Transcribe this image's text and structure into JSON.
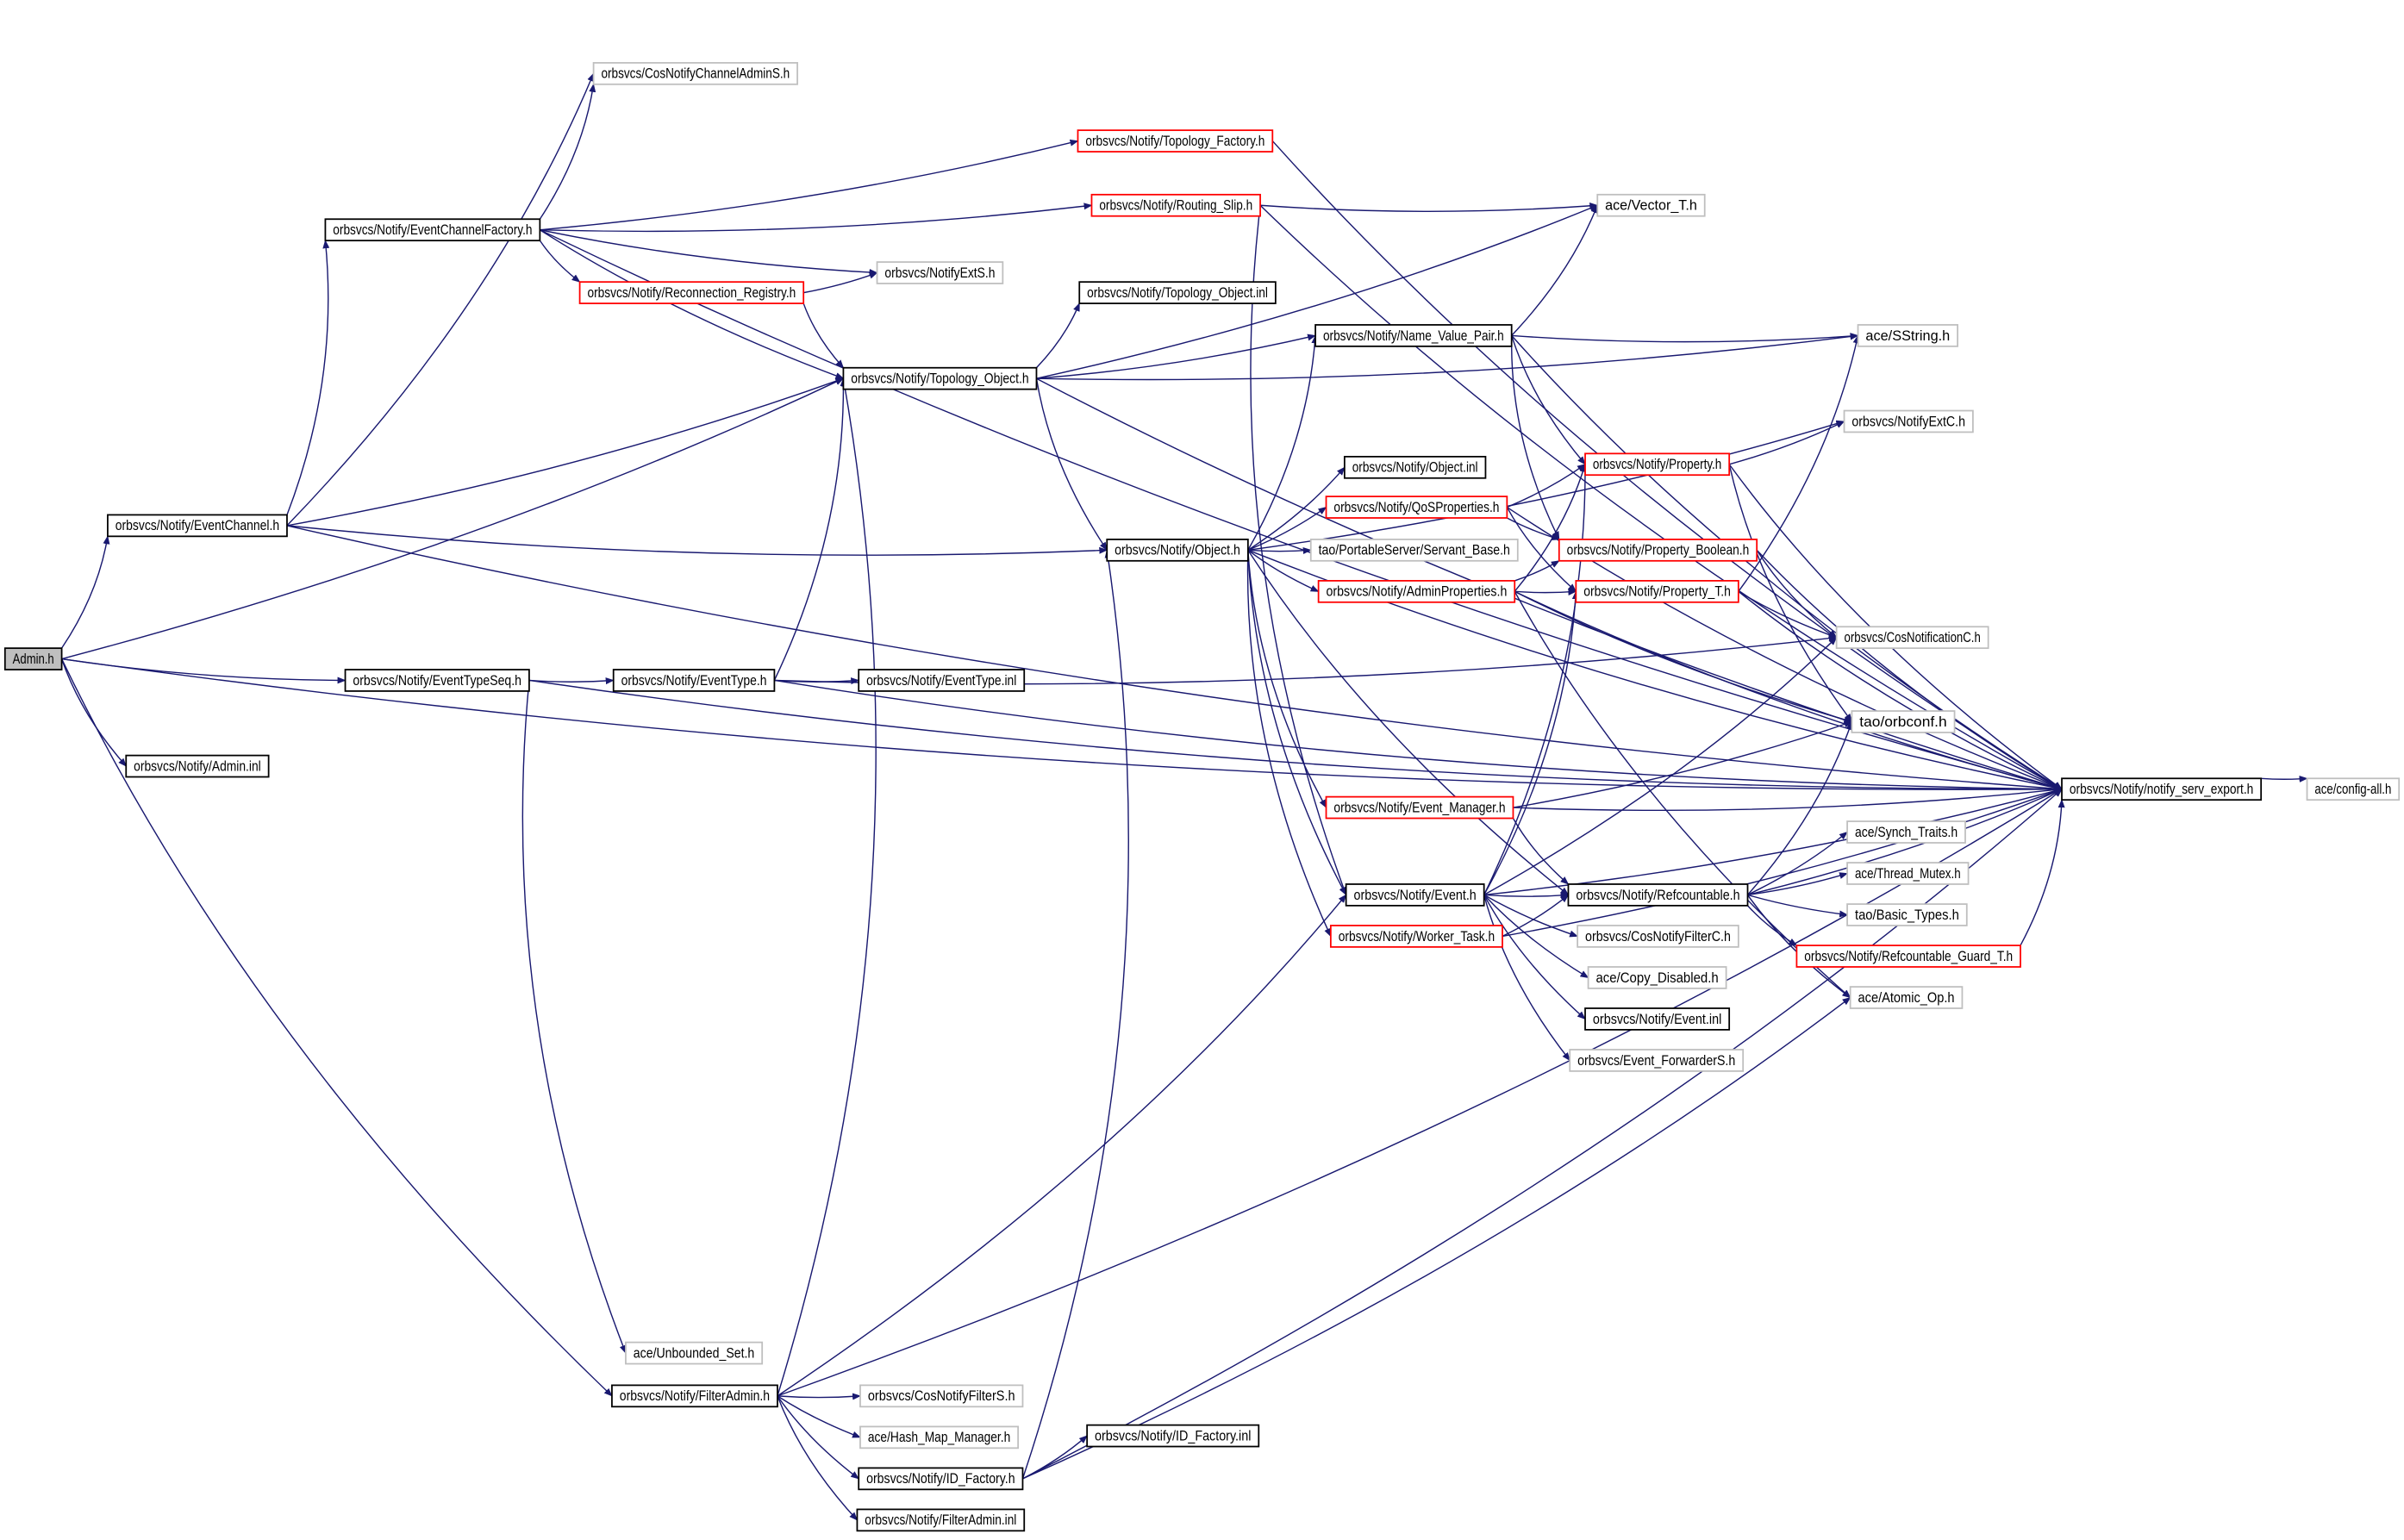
{
  "colors": {
    "edge": "#191970",
    "root_fill": "#bfbfbf",
    "normal_border": "#000000",
    "truncated_border": "#ff0000",
    "external_border": "#bfbfbf"
  },
  "nodes": [
    {
      "id": "admin_h",
      "label": "Admin.h",
      "kind": "root"
    },
    {
      "id": "admin_inl",
      "label": "orbsvcs/Notify/Admin.inl",
      "kind": "normal"
    },
    {
      "id": "eventchannel_h",
      "label": "orbsvcs/Notify/EventChannel.h",
      "kind": "normal"
    },
    {
      "id": "cosnotifychanneladmins_h",
      "label": "orbsvcs/CosNotifyChannelAdminS.h",
      "kind": "external"
    },
    {
      "id": "eventchannelfactory_h",
      "label": "orbsvcs/Notify/EventChannelFactory.h",
      "kind": "normal"
    },
    {
      "id": "topology_factory_h",
      "label": "orbsvcs/Notify/Topology_Factory.h",
      "kind": "truncated"
    },
    {
      "id": "routing_slip_h",
      "label": "orbsvcs/Notify/Routing_Slip.h",
      "kind": "truncated"
    },
    {
      "id": "vector_t_h",
      "label": "ace/Vector_T.h",
      "kind": "external"
    },
    {
      "id": "notifyexts_h",
      "label": "orbsvcs/NotifyExtS.h",
      "kind": "external"
    },
    {
      "id": "reconnection_registry_h",
      "label": "orbsvcs/Notify/Reconnection_Registry.h",
      "kind": "truncated"
    },
    {
      "id": "topology_object_inl",
      "label": "orbsvcs/Notify/Topology_Object.inl",
      "kind": "normal"
    },
    {
      "id": "topology_object_h",
      "label": "orbsvcs/Notify/Topology_Object.h",
      "kind": "normal"
    },
    {
      "id": "name_value_pair_h",
      "label": "orbsvcs/Notify/Name_Value_Pair.h",
      "kind": "normal"
    },
    {
      "id": "sstring_h",
      "label": "ace/SString.h",
      "kind": "external"
    },
    {
      "id": "notifyextc_h",
      "label": "orbsvcs/NotifyExtC.h",
      "kind": "external"
    },
    {
      "id": "property_h",
      "label": "orbsvcs/Notify/Property.h",
      "kind": "truncated"
    },
    {
      "id": "object_inl",
      "label": "orbsvcs/Notify/Object.inl",
      "kind": "normal"
    },
    {
      "id": "qosproperties_h",
      "label": "orbsvcs/Notify/QoSProperties.h",
      "kind": "truncated"
    },
    {
      "id": "object_h",
      "label": "orbsvcs/Notify/Object.h",
      "kind": "normal"
    },
    {
      "id": "servant_base_h",
      "label": "tao/PortableServer/Servant_Base.h",
      "kind": "external"
    },
    {
      "id": "property_boolean_h",
      "label": "orbsvcs/Notify/Property_Boolean.h",
      "kind": "truncated"
    },
    {
      "id": "adminproperties_h",
      "label": "orbsvcs/Notify/AdminProperties.h",
      "kind": "truncated"
    },
    {
      "id": "property_t_h",
      "label": "orbsvcs/Notify/Property_T.h",
      "kind": "truncated"
    },
    {
      "id": "cosnotificationc_h",
      "label": "orbsvcs/CosNotificationC.h",
      "kind": "external"
    },
    {
      "id": "eventtypeseq_h",
      "label": "orbsvcs/Notify/EventTypeSeq.h",
      "kind": "normal"
    },
    {
      "id": "eventtype_h",
      "label": "orbsvcs/Notify/EventType.h",
      "kind": "normal"
    },
    {
      "id": "eventtype_inl",
      "label": "orbsvcs/Notify/EventType.inl",
      "kind": "normal"
    },
    {
      "id": "orbconf_h",
      "label": "tao/orbconf.h",
      "kind": "external"
    },
    {
      "id": "event_manager_h",
      "label": "orbsvcs/Notify/Event_Manager.h",
      "kind": "truncated"
    },
    {
      "id": "notify_serv_export_h",
      "label": "orbsvcs/Notify/notify_serv_export.h",
      "kind": "normal"
    },
    {
      "id": "config_all_h",
      "label": "ace/config-all.h",
      "kind": "external"
    },
    {
      "id": "synch_traits_h",
      "label": "ace/Synch_Traits.h",
      "kind": "external"
    },
    {
      "id": "thread_mutex_h",
      "label": "ace/Thread_Mutex.h",
      "kind": "external"
    },
    {
      "id": "event_h",
      "label": "orbsvcs/Notify/Event.h",
      "kind": "normal"
    },
    {
      "id": "refcountable_h",
      "label": "orbsvcs/Notify/Refcountable.h",
      "kind": "normal"
    },
    {
      "id": "basic_types_h",
      "label": "tao/Basic_Types.h",
      "kind": "external"
    },
    {
      "id": "worker_task_h",
      "label": "orbsvcs/Notify/Worker_Task.h",
      "kind": "truncated"
    },
    {
      "id": "cosnotifyfilterc_h",
      "label": "orbsvcs/CosNotifyFilterC.h",
      "kind": "external"
    },
    {
      "id": "refcountable_guard_t_h",
      "label": "orbsvcs/Notify/Refcountable_Guard_T.h",
      "kind": "truncated"
    },
    {
      "id": "copy_disabled_h",
      "label": "ace/Copy_Disabled.h",
      "kind": "external"
    },
    {
      "id": "atomic_op_h",
      "label": "ace/Atomic_Op.h",
      "kind": "external"
    },
    {
      "id": "event_inl",
      "label": "orbsvcs/Notify/Event.inl",
      "kind": "normal"
    },
    {
      "id": "event_forwarders_h",
      "label": "orbsvcs/Event_ForwarderS.h",
      "kind": "external"
    },
    {
      "id": "unbounded_set_h",
      "label": "ace/Unbounded_Set.h",
      "kind": "external"
    },
    {
      "id": "filteradmin_h",
      "label": "orbsvcs/Notify/FilterAdmin.h",
      "kind": "normal"
    },
    {
      "id": "cosnotifyfilters_h",
      "label": "orbsvcs/CosNotifyFilterS.h",
      "kind": "external"
    },
    {
      "id": "hash_map_manager_h",
      "label": "ace/Hash_Map_Manager.h",
      "kind": "external"
    },
    {
      "id": "id_factory_inl",
      "label": "orbsvcs/Notify/ID_Factory.inl",
      "kind": "normal"
    },
    {
      "id": "id_factory_h",
      "label": "orbsvcs/Notify/ID_Factory.h",
      "kind": "normal"
    },
    {
      "id": "filteradmin_inl",
      "label": "orbsvcs/Notify/FilterAdmin.inl",
      "kind": "normal"
    }
  ],
  "edges": [
    [
      "admin_h",
      "eventchannel_h"
    ],
    [
      "admin_h",
      "admin_inl"
    ],
    [
      "admin_h",
      "eventtypeseq_h"
    ],
    [
      "admin_h",
      "filteradmin_h"
    ],
    [
      "admin_h",
      "topology_object_h"
    ],
    [
      "admin_h",
      "notify_serv_export_h"
    ],
    [
      "eventchannel_h",
      "cosnotifychanneladmins_h"
    ],
    [
      "eventchannel_h",
      "eventchannelfactory_h"
    ],
    [
      "eventchannel_h",
      "topology_object_h"
    ],
    [
      "eventchannel_h",
      "object_h"
    ],
    [
      "eventchannel_h",
      "notify_serv_export_h"
    ],
    [
      "eventchannelfactory_h",
      "cosnotifychanneladmins_h"
    ],
    [
      "eventchannelfactory_h",
      "topology_factory_h"
    ],
    [
      "eventchannelfactory_h",
      "routing_slip_h"
    ],
    [
      "eventchannelfactory_h",
      "notifyexts_h"
    ],
    [
      "eventchannelfactory_h",
      "reconnection_registry_h"
    ],
    [
      "eventchannelfactory_h",
      "topology_object_h"
    ],
    [
      "eventchannelfactory_h",
      "notify_serv_export_h"
    ],
    [
      "topology_factory_h",
      "notify_serv_export_h"
    ],
    [
      "routing_slip_h",
      "vector_t_h"
    ],
    [
      "routing_slip_h",
      "notify_serv_export_h"
    ],
    [
      "routing_slip_h",
      "event_h"
    ],
    [
      "reconnection_registry_h",
      "notifyexts_h"
    ],
    [
      "reconnection_registry_h",
      "topology_object_h"
    ],
    [
      "topology_object_h",
      "topology_object_inl"
    ],
    [
      "topology_object_h",
      "vector_t_h"
    ],
    [
      "topology_object_h",
      "name_value_pair_h"
    ],
    [
      "topology_object_h",
      "sstring_h"
    ],
    [
      "topology_object_h",
      "object_h"
    ],
    [
      "topology_object_h",
      "notify_serv_export_h"
    ],
    [
      "name_value_pair_h",
      "vector_t_h"
    ],
    [
      "name_value_pair_h",
      "sstring_h"
    ],
    [
      "name_value_pair_h",
      "property_h"
    ],
    [
      "name_value_pair_h",
      "property_boolean_h"
    ],
    [
      "name_value_pair_h",
      "notify_serv_export_h"
    ],
    [
      "object_h",
      "object_inl"
    ],
    [
      "object_h",
      "qosproperties_h"
    ],
    [
      "object_h",
      "servant_base_h"
    ],
    [
      "object_h",
      "adminproperties_h"
    ],
    [
      "object_h",
      "name_value_pair_h"
    ],
    [
      "object_h",
      "notifyextc_h"
    ],
    [
      "object_h",
      "event_manager_h"
    ],
    [
      "object_h",
      "event_h"
    ],
    [
      "object_h",
      "refcountable_h"
    ],
    [
      "object_h",
      "worker_task_h"
    ],
    [
      "object_h",
      "notify_serv_export_h"
    ],
    [
      "qosproperties_h",
      "property_h"
    ],
    [
      "qosproperties_h",
      "property_boolean_h"
    ],
    [
      "qosproperties_h",
      "property_t_h"
    ],
    [
      "qosproperties_h",
      "notify_serv_export_h"
    ],
    [
      "adminproperties_h",
      "property_h"
    ],
    [
      "adminproperties_h",
      "property_boolean_h"
    ],
    [
      "adminproperties_h",
      "property_t_h"
    ],
    [
      "adminproperties_h",
      "orbconf_h"
    ],
    [
      "adminproperties_h",
      "atomic_op_h"
    ],
    [
      "adminproperties_h",
      "notify_serv_export_h"
    ],
    [
      "property_h",
      "notifyextc_h"
    ],
    [
      "property_h",
      "orbconf_h"
    ],
    [
      "property_h",
      "notify_serv_export_h"
    ],
    [
      "property_boolean_h",
      "cosnotificationc_h"
    ],
    [
      "property_boolean_h",
      "notify_serv_export_h"
    ],
    [
      "property_t_h",
      "cosnotificationc_h"
    ],
    [
      "property_t_h",
      "sstring_h"
    ],
    [
      "property_t_h",
      "notify_serv_export_h"
    ],
    [
      "eventtypeseq_h",
      "eventtype_h"
    ],
    [
      "eventtypeseq_h",
      "unbounded_set_h"
    ],
    [
      "eventtypeseq_h",
      "notify_serv_export_h"
    ],
    [
      "eventtype_h",
      "eventtype_inl"
    ],
    [
      "eventtype_h",
      "topology_object_h"
    ],
    [
      "eventtype_h",
      "cosnotificationc_h"
    ],
    [
      "eventtype_h",
      "notify_serv_export_h"
    ],
    [
      "event_manager_h",
      "orbconf_h"
    ],
    [
      "event_manager_h",
      "refcountable_h"
    ],
    [
      "event_manager_h",
      "notify_serv_export_h"
    ],
    [
      "notify_serv_export_h",
      "config_all_h"
    ],
    [
      "event_h",
      "refcountable_h"
    ],
    [
      "event_h",
      "cosnotifyfilterc_h"
    ],
    [
      "event_h",
      "copy_disabled_h"
    ],
    [
      "event_h",
      "event_inl"
    ],
    [
      "event_h",
      "event_forwarders_h"
    ],
    [
      "event_h",
      "property_h"
    ],
    [
      "event_h",
      "property_t_h"
    ],
    [
      "event_h",
      "cosnotificationc_h"
    ],
    [
      "event_h",
      "notify_serv_export_h"
    ],
    [
      "refcountable_h",
      "synch_traits_h"
    ],
    [
      "refcountable_h",
      "thread_mutex_h"
    ],
    [
      "refcountable_h",
      "basic_types_h"
    ],
    [
      "refcountable_h",
      "refcountable_guard_t_h"
    ],
    [
      "refcountable_h",
      "atomic_op_h"
    ],
    [
      "refcountable_h",
      "orbconf_h"
    ],
    [
      "refcountable_h",
      "notify_serv_export_h"
    ],
    [
      "refcountable_guard_t_h",
      "notify_serv_export_h"
    ],
    [
      "worker_task_h",
      "refcountable_h"
    ],
    [
      "worker_task_h",
      "notify_serv_export_h"
    ],
    [
      "filteradmin_h",
      "topology_object_h"
    ],
    [
      "filteradmin_h",
      "event_h"
    ],
    [
      "filteradmin_h",
      "cosnotifyfilters_h"
    ],
    [
      "filteradmin_h",
      "hash_map_manager_h"
    ],
    [
      "filteradmin_h",
      "id_factory_h"
    ],
    [
      "filteradmin_h",
      "filteradmin_inl"
    ],
    [
      "filteradmin_h",
      "notify_serv_export_h"
    ],
    [
      "id_factory_h",
      "object_h"
    ],
    [
      "id_factory_h",
      "atomic_op_h"
    ],
    [
      "id_factory_h",
      "id_factory_inl"
    ],
    [
      "id_factory_h",
      "notify_serv_export_h"
    ]
  ]
}
